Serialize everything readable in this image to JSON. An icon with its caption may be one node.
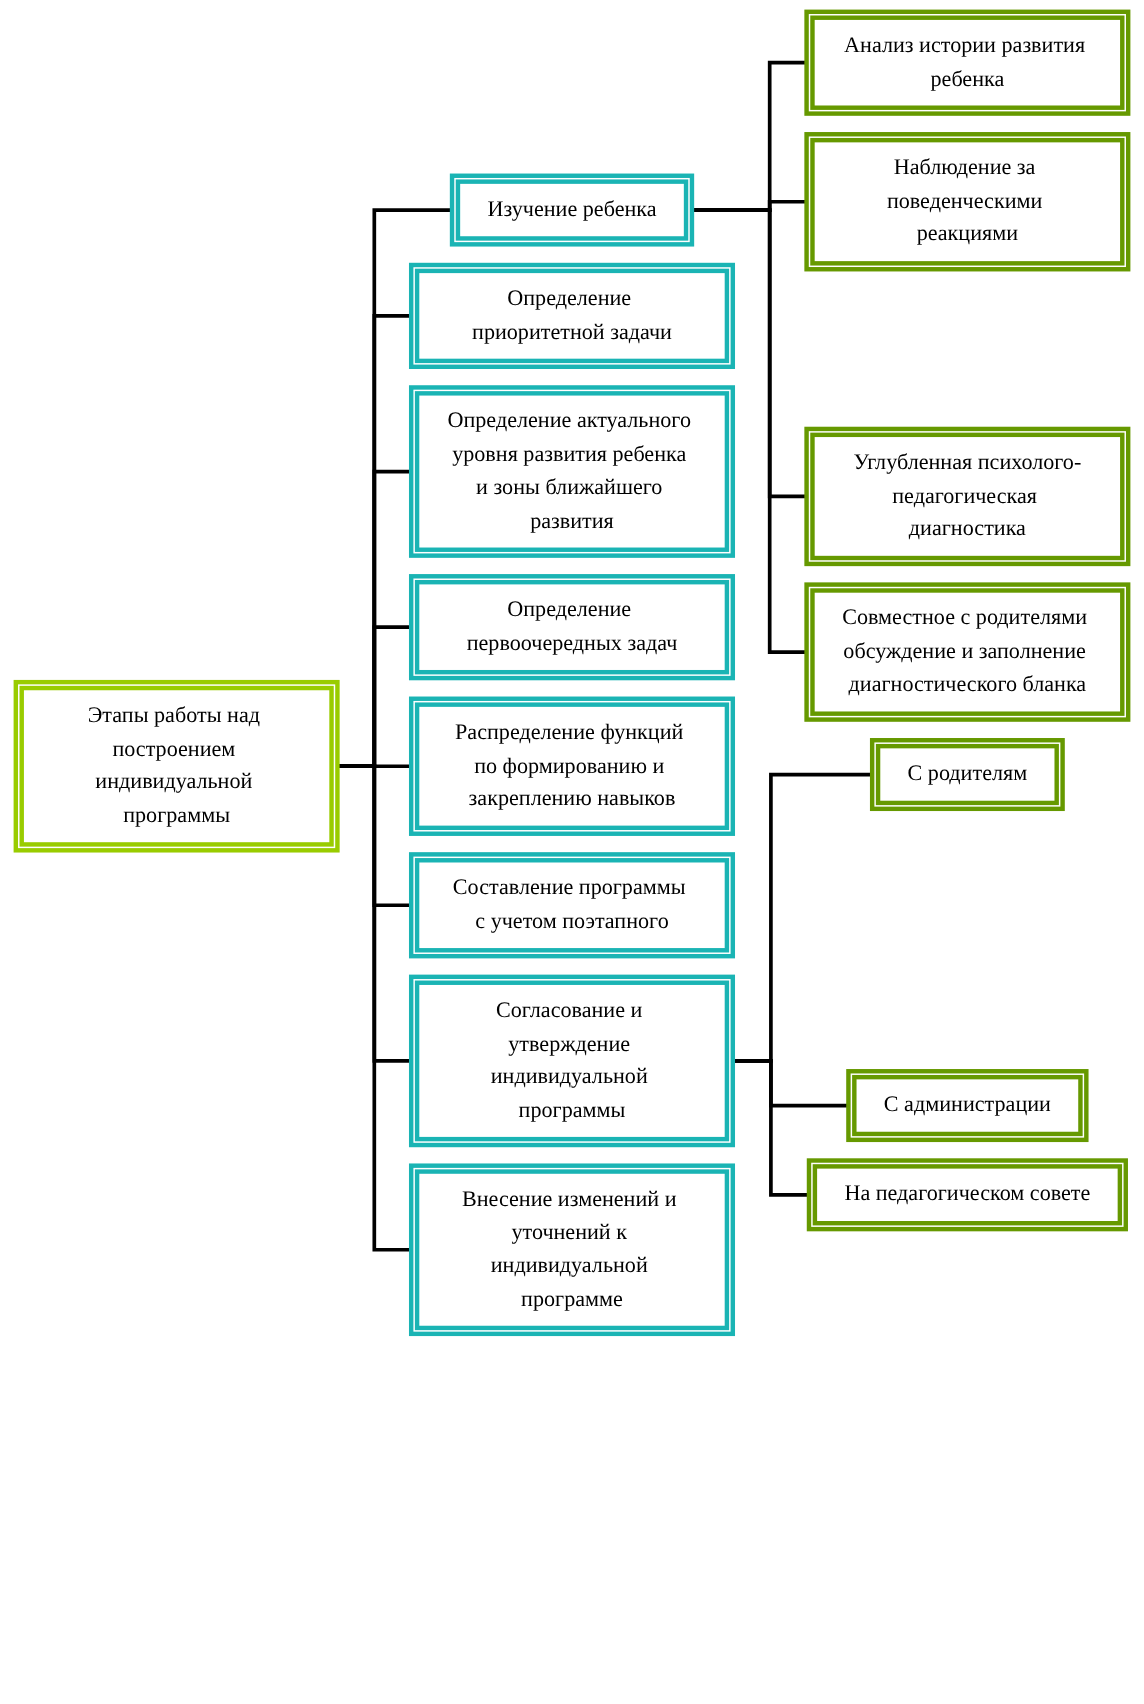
{
  "diagram": {
    "nodes": [
      {
        "text": [
          "Этапы работы над построением индивидуальной программы"
        ]
      },
      {
        "text": [
          "Изучение ребенка"
        ]
      },
      {
        "text": [
          "Определение приоритетной задачи"
        ]
      },
      {
        "text": [
          "Анализ истории развития ребенка"
        ]
      },
      {
        "text": [
          "Наблюдение за поведенческими реакциями"
        ]
      },
      {
        "text": [
          "Углубленная психолого-педагогическая диагностика"
        ]
      },
      {
        "text": [
          "Совместное с родителями обсуждение и заполнение диагностического бланка"
        ]
      },
      {
        "text": [
          "Определение актуального уровня развития ребенка и зоны ближайшего развития"
        ]
      },
      {
        "text": [
          "Определение первоочередных задач"
        ]
      },
      {
        "text": [
          "Распределение функций по формированию и закреплению навыков"
        ]
      },
      {
        "text": [
          "Составление программы с учетом поэтапного"
        ]
      },
      {
        "text": [
          "Согласование и утверждение индивидуальной программы"
        ]
      },
      {
        "text": [
          "Внесение изменений и уточнений к индивидуальной программе"
        ]
      },
      {
        "text": [
          "С родителям"
        ]
      },
      {
        "text": [
          "С администрации"
        ]
      },
      {
        "text": [
          "На педагогическом совете"
        ]
      }
    ],
    "edges": [
      {
        "from": 0,
        "to": 1,
        "arrow": "none"
      },
      {
        "from": 0,
        "to": 2,
        "arrow": "none"
      },
      {
        "from": 1,
        "to": 3,
        "arrow": "none"
      },
      {
        "from": 1,
        "to": 4,
        "arrow": "none"
      },
      {
        "from": 1,
        "to": 5,
        "arrow": "none"
      },
      {
        "from": 1,
        "to": 6,
        "arrow": "none"
      },
      {
        "from": 0,
        "to": 7,
        "arrow": "none"
      },
      {
        "from": 0,
        "to": 8,
        "arrow": "none"
      },
      {
        "from": 0,
        "to": 9,
        "arrow": "none"
      },
      {
        "from": 0,
        "to": 10,
        "arrow": "none"
      },
      {
        "from": 0,
        "to": 11,
        "arrow": "none"
      },
      {
        "from": 0,
        "to": 12,
        "arrow": "none"
      },
      {
        "from": 11,
        "to": 13,
        "arrow": "none"
      },
      {
        "from": 11,
        "to": 14,
        "arrow": "none"
      },
      {
        "from": 11,
        "to": 15,
        "arrow": "none"
      }
    ]
  }
}
